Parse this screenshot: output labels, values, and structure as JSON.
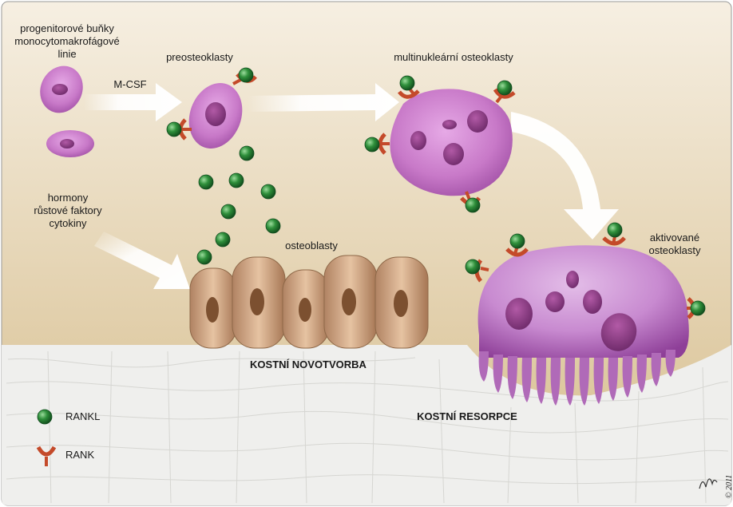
{
  "labels": {
    "progenitor": [
      "progenitorové buňky",
      "monocytomakrofágové",
      "linie"
    ],
    "mcsf": "M-CSF",
    "preosteoclasts": "preosteoklasty",
    "multinuclear": "multinukleární osteoklasty",
    "hormones": [
      "hormony",
      "růstové faktory",
      "cytokiny"
    ],
    "osteoblasts": "osteoblasty",
    "activated": [
      "aktivované",
      "osteoklasty"
    ],
    "bone_formation": "KOSTNÍ NOVOTVORBA",
    "bone_resorption": "KOSTNÍ RESORPCE"
  },
  "legend": {
    "rankl": "RANKL",
    "rank": "RANK"
  },
  "signature": "© 2011",
  "colors": {
    "background_top": "#f3ead9",
    "background_bottom": "#d8c092",
    "bone": "#eeeeec",
    "rankl_green": "#2e8a3a",
    "rank_red": "#c44a2a",
    "cell_purple": "#b25ab8",
    "osteoblast_tan": "#c89a72"
  }
}
